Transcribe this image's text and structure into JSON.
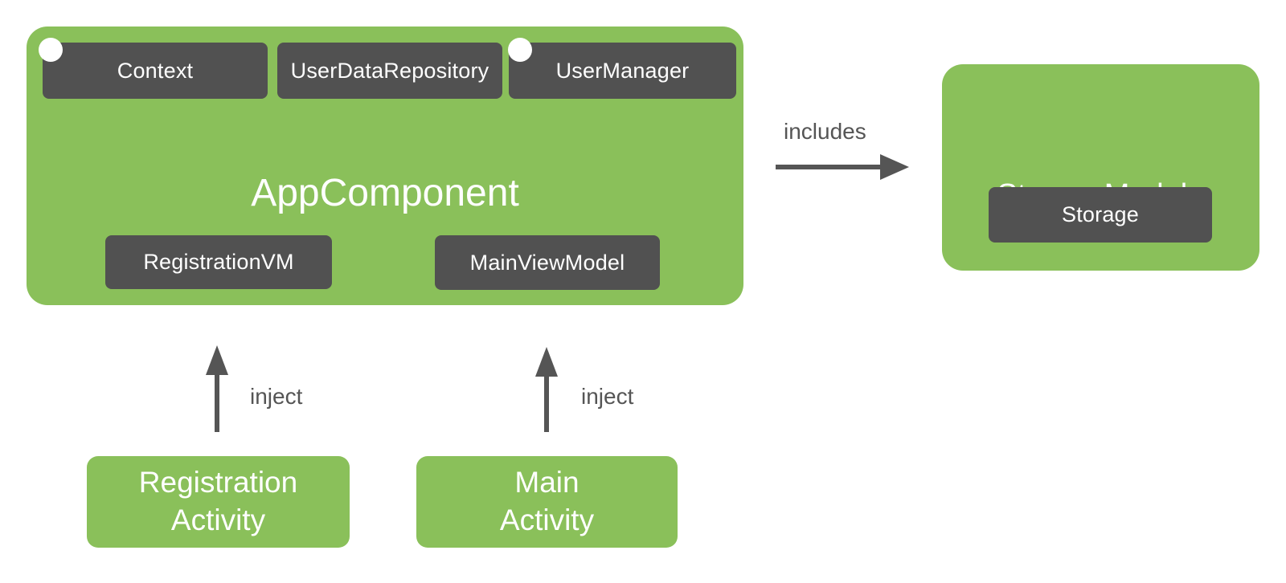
{
  "colors": {
    "green": "#8ac05a",
    "dark_box": "#515151",
    "edge_gray": "#555555",
    "text_on_box": "#ffffff"
  },
  "app_component": {
    "title": "AppComponent",
    "dependencies": [
      "Context",
      "UserDataRepository",
      "UserManager"
    ],
    "viewmodels": [
      "RegistrationVM",
      "MainViewModel"
    ],
    "scope_dots": [
      "scope-dot-app",
      "scope-dot-usermanager"
    ]
  },
  "storage_module": {
    "title": "StorageModule",
    "storage_label": "Storage"
  },
  "edges": {
    "includes_label": "includes",
    "inject_left_label": "inject",
    "inject_right_label": "inject"
  },
  "activities": {
    "registration": "Registration\nActivity",
    "main": "Main\nActivity"
  },
  "icons": {
    "includes_arrow": "arrow-right-icon",
    "inject_arrows": "arrow-up-icon",
    "scope_marker": "white-dot-icon"
  }
}
